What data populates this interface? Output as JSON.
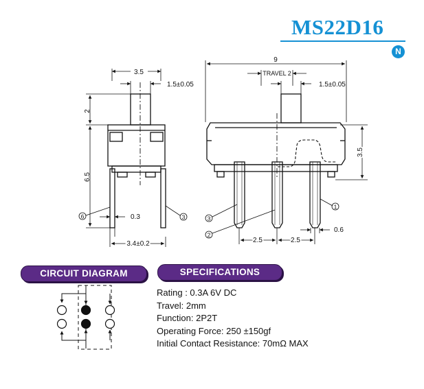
{
  "header": {
    "model": "MS22D16",
    "badge": "N"
  },
  "side_view": {
    "dim_top_width": "3.5",
    "dim_actuator": "1.5±0.05",
    "dim_actuator_height": "2",
    "dim_body_height": "6.5",
    "dim_pin": "0.3",
    "dim_bottom_width": "3.4±0.2",
    "pin_left": "6",
    "pin_right": "3"
  },
  "front_view": {
    "dim_total": "9",
    "dim_travel": "TRAVEL 2",
    "dim_actuator": "1.5±0.05",
    "dim_height": "3.5",
    "dim_pitch_left": "2.5",
    "dim_pitch_right": "2.5",
    "dim_pin": "0.6",
    "pin_1": "1",
    "pin_2": "2",
    "pin_3": "3"
  },
  "sections": {
    "circuit": "CIRCUIT DIAGRAM",
    "specs": "SPECIFICATIONS"
  },
  "specifications": [
    "Rating : 0.3A 6V DC",
    "Travel: 2mm",
    "Function: 2P2T",
    "Operating Force: 250 ±150gf",
    "Initial Contact Resistance: 70mΩ MAX"
  ],
  "colors": {
    "title": "#1591d4",
    "pill": "#5b2b86"
  }
}
